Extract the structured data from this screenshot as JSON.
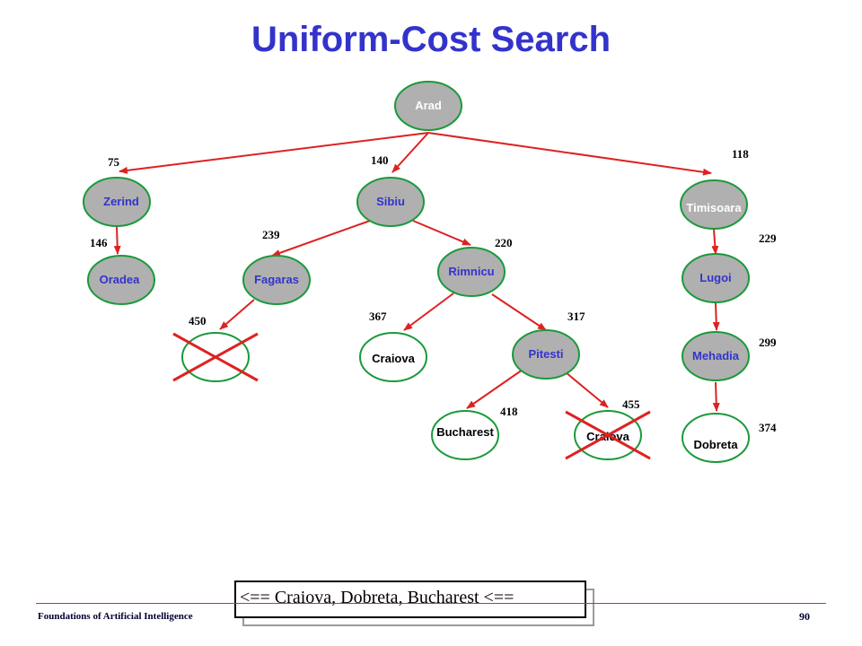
{
  "title": "Uniform-Cost Search",
  "colors": {
    "title": "#3333cc",
    "edge": "#dd2222",
    "node_fill_expanded": "#b0b0b0",
    "node_fill_frontier": "#ffffff",
    "node_stroke": "#1a9a3a",
    "node_text_expanded": "#3333cc",
    "node_text_frontier": "#000000",
    "node_text_white": "#ffffff",
    "cross": "#dd2222"
  },
  "nodes": [
    {
      "id": "arad",
      "label": "Arad",
      "state": "expanded",
      "text_color": "white"
    },
    {
      "id": "zerind",
      "label": "Zerind",
      "state": "expanded",
      "text_color": "blue"
    },
    {
      "id": "sibiu",
      "label": "Sibiu",
      "state": "expanded",
      "text_color": "blue"
    },
    {
      "id": "timisoara",
      "label": "Timisoara",
      "state": "expanded",
      "text_color": "white"
    },
    {
      "id": "oradea",
      "label": "Oradea",
      "state": "expanded",
      "text_color": "blue"
    },
    {
      "id": "fagaras",
      "label": "Fagaras",
      "state": "expanded",
      "text_color": "blue"
    },
    {
      "id": "rimnicu",
      "label": "Rimnicu",
      "state": "expanded",
      "text_color": "blue"
    },
    {
      "id": "lugoi",
      "label": "Lugoi",
      "state": "expanded",
      "text_color": "blue"
    },
    {
      "id": "bucharest-crossed",
      "label": "",
      "state": "crossed",
      "text_color": "black"
    },
    {
      "id": "craiova-1",
      "label": "Craiova",
      "state": "frontier",
      "text_color": "black"
    },
    {
      "id": "pitesti",
      "label": "Pitesti",
      "state": "expanded",
      "text_color": "blue"
    },
    {
      "id": "mehadia",
      "label": "Mehadia",
      "state": "expanded",
      "text_color": "blue"
    },
    {
      "id": "bucharest",
      "label": "Bucharest",
      "state": "frontier",
      "text_color": "black"
    },
    {
      "id": "craiova-2",
      "label": "Craiova",
      "state": "crossed",
      "text_color": "black"
    },
    {
      "id": "dobreta",
      "label": "Dobreta",
      "state": "frontier",
      "text_color": "black"
    }
  ],
  "edges": [
    {
      "from": "arad",
      "to": "zerind",
      "cost": "75"
    },
    {
      "from": "arad",
      "to": "sibiu",
      "cost": "140"
    },
    {
      "from": "arad",
      "to": "timisoara",
      "cost": "118"
    },
    {
      "from": "zerind",
      "to": "oradea",
      "cost": "146"
    },
    {
      "from": "sibiu",
      "to": "fagaras",
      "cost": "239"
    },
    {
      "from": "sibiu",
      "to": "rimnicu",
      "cost": "220"
    },
    {
      "from": "timisoara",
      "to": "lugoi",
      "cost": "229"
    },
    {
      "from": "fagaras",
      "to": "bucharest-crossed",
      "cost": "450"
    },
    {
      "from": "rimnicu",
      "to": "craiova-1",
      "cost": "367"
    },
    {
      "from": "rimnicu",
      "to": "pitesti",
      "cost": "317"
    },
    {
      "from": "lugoi",
      "to": "mehadia",
      "cost": "299"
    },
    {
      "from": "pitesti",
      "to": "bucharest",
      "cost": "418"
    },
    {
      "from": "pitesti",
      "to": "craiova-2",
      "cost": "455"
    },
    {
      "from": "mehadia",
      "to": "dobreta",
      "cost": "374"
    }
  ],
  "queue": "<== Craiova, Dobreta, Bucharest <==",
  "footer": {
    "left": "Foundations of Artificial Intelligence",
    "page": "90"
  }
}
